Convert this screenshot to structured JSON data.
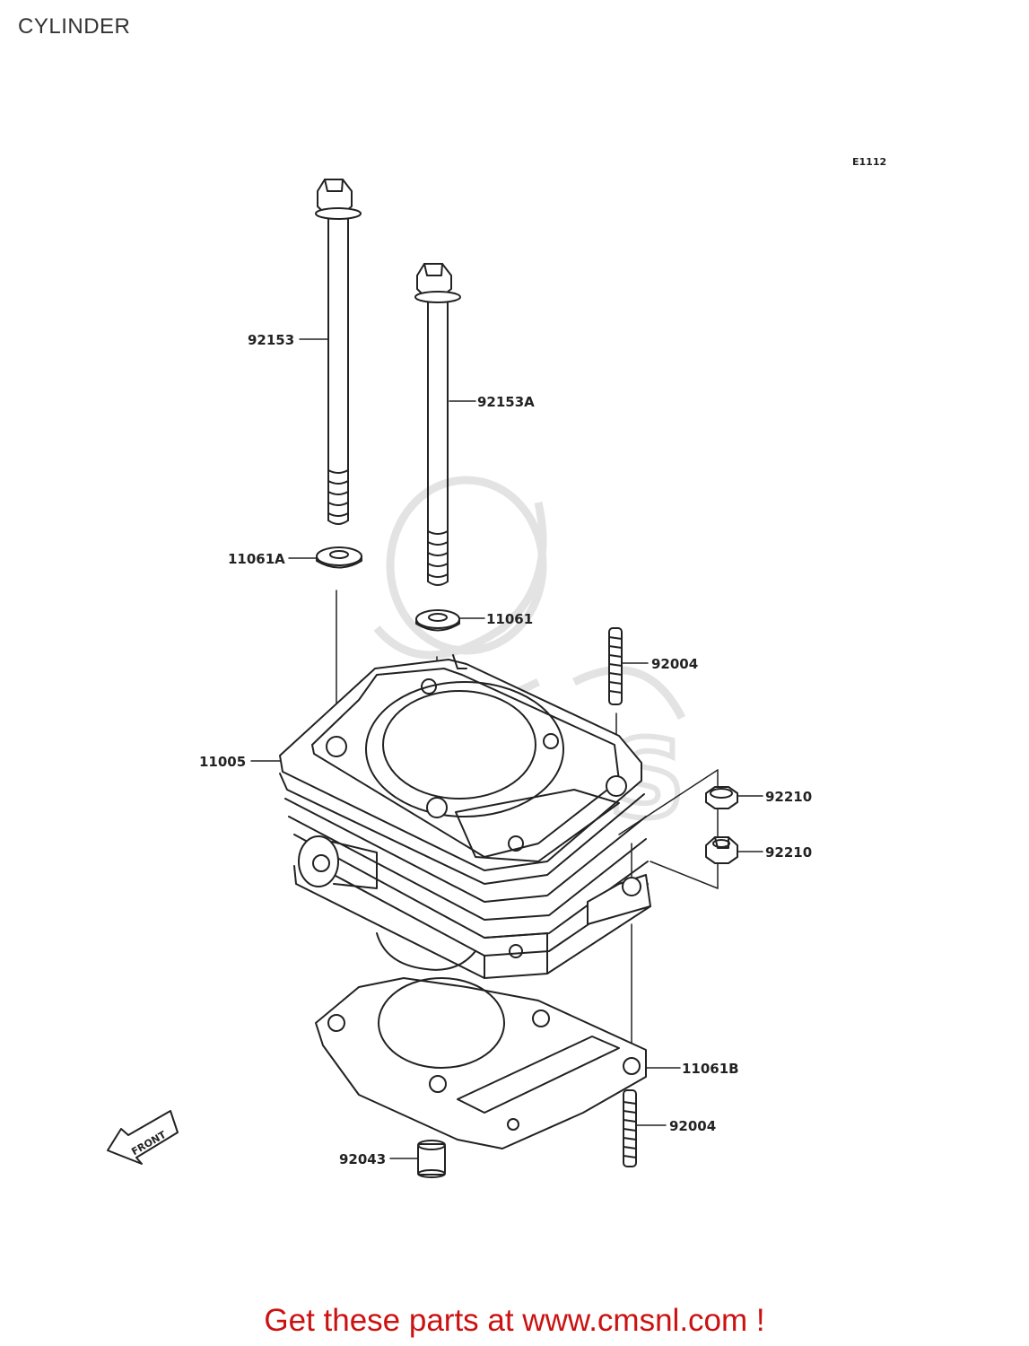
{
  "header": {
    "title": "CYLINDER"
  },
  "diagram": {
    "figure_code": "E1112",
    "callouts": {
      "bolt_left": "92153",
      "bolt_right": "92153A",
      "washer_left": "11061A",
      "washer_right": "11061",
      "stud_upper": "92004",
      "cylinder": "11005",
      "nut_upper": "92210",
      "nut_lower": "92210",
      "gasket": "11061B",
      "stud_lower": "92004",
      "dowel": "92043"
    },
    "front_arrow": "FRONT"
  },
  "watermark": {
    "text": "CMS"
  },
  "footer": {
    "text": "Get these parts at www.cmsnl.com !"
  },
  "colors": {
    "line": "#222222",
    "footer": "#cc1111",
    "watermark": "#e6e6e6"
  }
}
